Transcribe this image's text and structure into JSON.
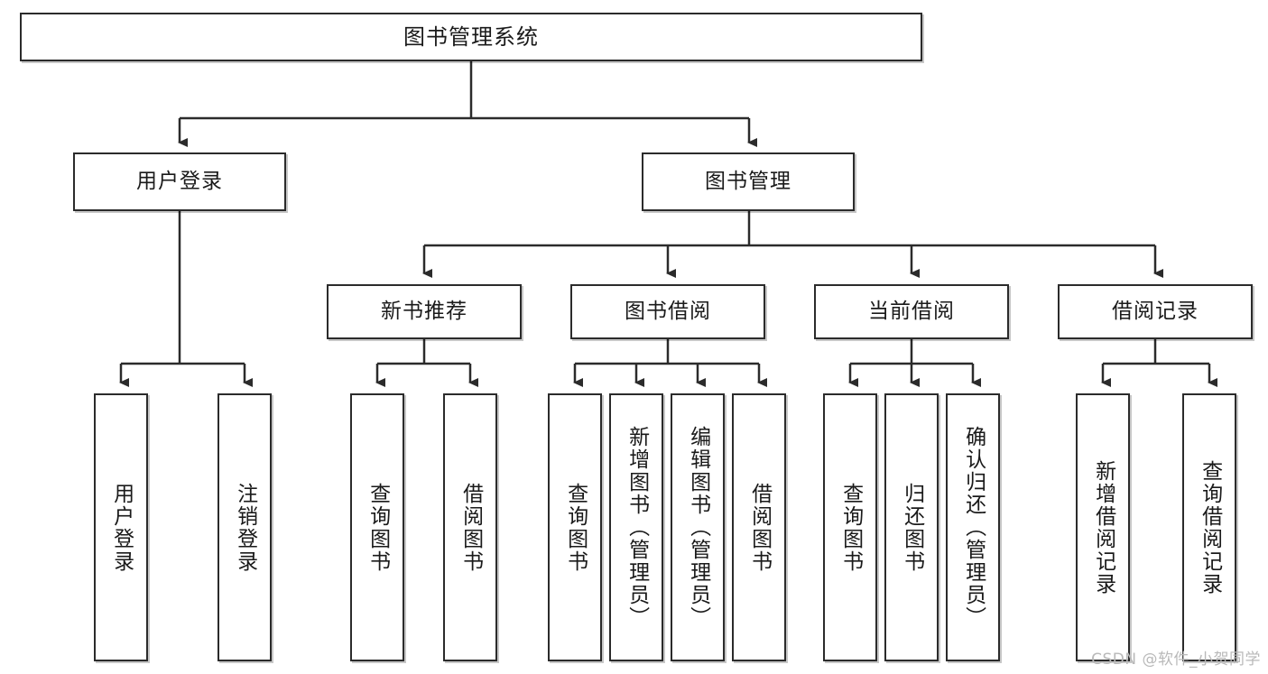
{
  "diagram": {
    "title": "图书管理系统",
    "type": "tree",
    "watermark": "CSDN @软件_小贺同学",
    "colors": {
      "stroke": "#2b2b2b",
      "fill": "#ffffff",
      "text": "#1a1a1a",
      "watermark": "#b9b9b9"
    },
    "nodes": {
      "root": "图书管理系统",
      "level2": {
        "user_login": "用户登录",
        "book_manage": "图书管理"
      },
      "level3": {
        "new_book_recommend": "新书推荐",
        "book_borrow": "图书借阅",
        "current_borrow": "当前借阅",
        "borrow_record": "借阅记录"
      },
      "leaves": {
        "user_login": [
          "用户登录",
          "注销登录"
        ],
        "new_book_recommend": [
          "查询图书",
          "借阅图书"
        ],
        "book_borrow": [
          "查询图书",
          "新增图书（管理员）",
          "编辑图书（管理员）",
          "借阅图书"
        ],
        "current_borrow": [
          "查询图书",
          "归还图书",
          "确认归还（管理员）"
        ],
        "borrow_record": [
          "新增借阅记录",
          "查询借阅记录"
        ]
      }
    },
    "edges": [
      {
        "from": "图书管理系统",
        "to": "用户登录"
      },
      {
        "from": "图书管理系统",
        "to": "图书管理"
      },
      {
        "from": "图书管理",
        "to": "新书推荐"
      },
      {
        "from": "图书管理",
        "to": "图书借阅"
      },
      {
        "from": "图书管理",
        "to": "当前借阅"
      },
      {
        "from": "图书管理",
        "to": "借阅记录"
      },
      {
        "from": "用户登录",
        "to": "用户登录"
      },
      {
        "from": "用户登录",
        "to": "注销登录"
      },
      {
        "from": "新书推荐",
        "to": "查询图书"
      },
      {
        "from": "新书推荐",
        "to": "借阅图书"
      },
      {
        "from": "图书借阅",
        "to": "查询图书"
      },
      {
        "from": "图书借阅",
        "to": "新增图书（管理员）"
      },
      {
        "from": "图书借阅",
        "to": "编辑图书（管理员）"
      },
      {
        "from": "图书借阅",
        "to": "借阅图书"
      },
      {
        "from": "当前借阅",
        "to": "查询图书"
      },
      {
        "from": "当前借阅",
        "to": "归还图书"
      },
      {
        "from": "当前借阅",
        "to": "确认归还（管理员）"
      },
      {
        "from": "借阅记录",
        "to": "新增借阅记录"
      },
      {
        "from": "借阅记录",
        "to": "查询借阅记录"
      }
    ]
  }
}
